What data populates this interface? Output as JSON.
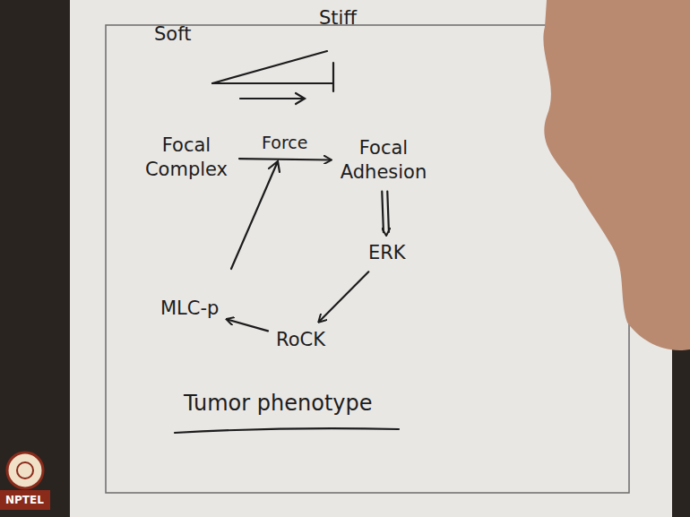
{
  "diagram": {
    "nodes": [
      {
        "text": [
          "Focal Complex"
        ]
      },
      {
        "text": [
          "Focal Adhesion"
        ]
      },
      {
        "text": [
          "ERK"
        ]
      },
      {
        "text": [
          "MLC-p"
        ]
      },
      {
        "text": [
          "RoCK"
        ]
      }
    ],
    "edges": [
      {
        "from": 0,
        "to": 1,
        "label": "Force",
        "arrow": "to"
      },
      {
        "from": 1,
        "to": 2,
        "arrow": "to"
      },
      {
        "from": 2,
        "to": 4,
        "arrow": "to"
      },
      {
        "from": 4,
        "to": 3,
        "arrow": "to"
      }
    ],
    "labels": [
      "Soft",
      "Stiff",
      "Tumor phenotype",
      "NPTEL"
    ]
  }
}
